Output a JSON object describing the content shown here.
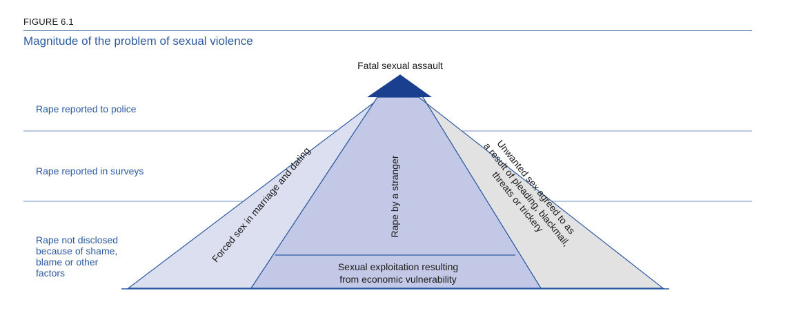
{
  "figure": {
    "label": "FIGURE 6.1",
    "title": "Magnitude of the problem of sexual violence"
  },
  "levels": {
    "top": "Fatal sexual assault",
    "police": "Rape reported to police",
    "surveys": "Rape reported in surveys",
    "not_disclosed": [
      "Rape not disclosed",
      "because of shame,",
      "blame or other",
      "factors"
    ]
  },
  "segments": {
    "left": "Forced sex in marriage and dating",
    "center": "Rape by a stranger",
    "right": [
      "Unwanted sex agreed to as",
      "a result of pleading, blackmail,",
      "threats or trickery"
    ],
    "bottom": [
      "Sexual exploitation resulting",
      "from economic vulnerability"
    ]
  },
  "colors": {
    "apex": "#1b3f8f",
    "left_face": "#dcdff0",
    "center_face": "#c3c8e6",
    "right_face": "#e2e2e2",
    "outline": "#2c5aa0",
    "rule": "#8fa6cc",
    "label": "#2c5aa0",
    "text": "#1a1a1a"
  }
}
